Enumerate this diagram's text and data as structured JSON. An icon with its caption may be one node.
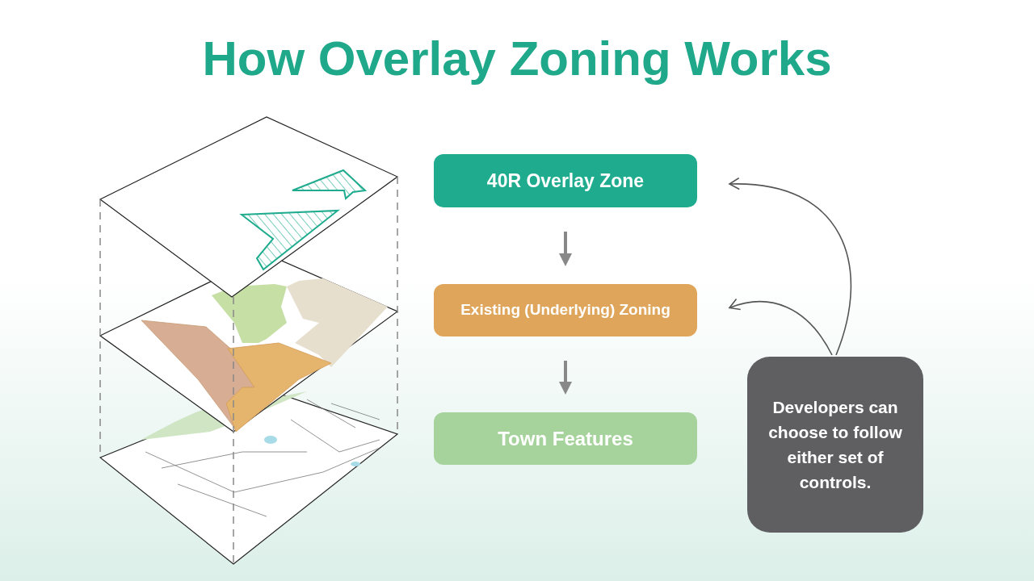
{
  "diagram": {
    "title": "How Overlay Zoning Works",
    "nodes": [
      {
        "text": [
          "40R Overlay Zone"
        ]
      },
      {
        "text": [
          "Existing (Underlying) Zoning"
        ]
      },
      {
        "text": [
          "Town Features"
        ]
      },
      {
        "text": [
          "Developers can choose to follow either set of controls."
        ]
      }
    ],
    "edges": [
      {
        "from": 0,
        "to": 1,
        "arrow": "to",
        "style": "thick"
      },
      {
        "from": 1,
        "to": 2,
        "arrow": "to",
        "style": "thick"
      },
      {
        "from": 3,
        "to": 0,
        "arrow": "to"
      },
      {
        "from": 3,
        "to": 1,
        "arrow": "to"
      }
    ]
  }
}
